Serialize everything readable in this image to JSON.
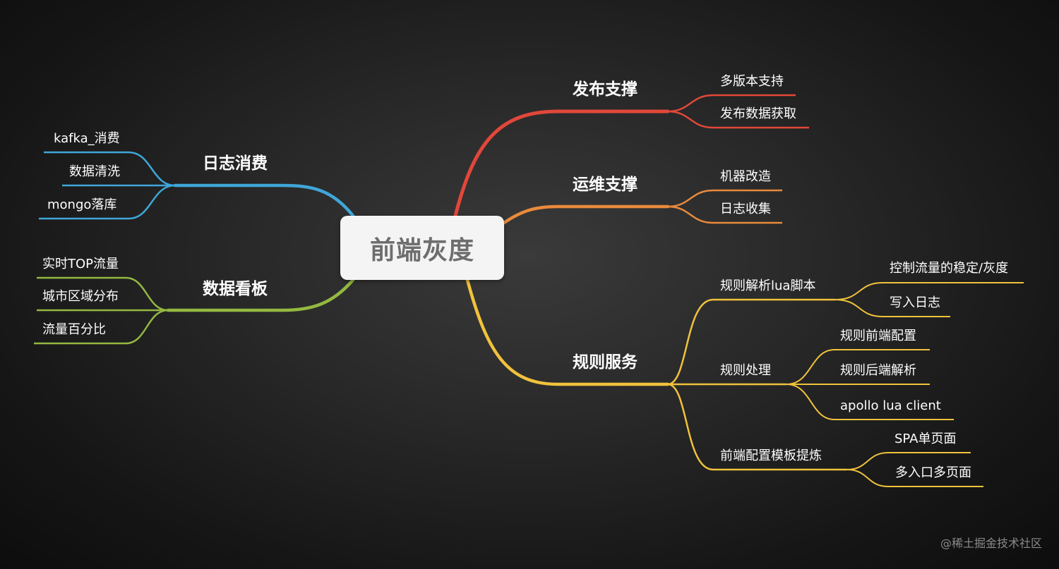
{
  "center": {
    "label": "前端灰度"
  },
  "branches": {
    "release": {
      "label": "发布支撑",
      "color": "#e2473a",
      "items": [
        "多版本支持",
        "发布数据获取"
      ]
    },
    "ops": {
      "label": "运维支撑",
      "color": "#e98a3c",
      "items": [
        "机器改造",
        "日志收集"
      ]
    },
    "rules": {
      "label": "规则服务",
      "color": "#f0c23c",
      "parse": {
        "label": "规则解析lua脚本",
        "items": [
          "控制流量的稳定/灰度",
          "写入日志"
        ]
      },
      "process": {
        "label": "规则处理",
        "items": [
          "规则前端配置",
          "规则后端解析",
          "apollo lua client"
        ]
      },
      "template": {
        "label": "前端配置模板提炼",
        "items": [
          "SPA单页面",
          "多入口多页面"
        ]
      }
    },
    "logs": {
      "label": "日志消费",
      "color": "#3fa6d8",
      "items": [
        "kafka_消费",
        "数据清洗",
        "mongo落库"
      ]
    },
    "dashboard": {
      "label": "数据看板",
      "color": "#93b841",
      "items": [
        "实时TOP流量",
        "城市区域分布",
        "流量百分比"
      ]
    }
  },
  "watermark": "@稀土掘金技术社区"
}
